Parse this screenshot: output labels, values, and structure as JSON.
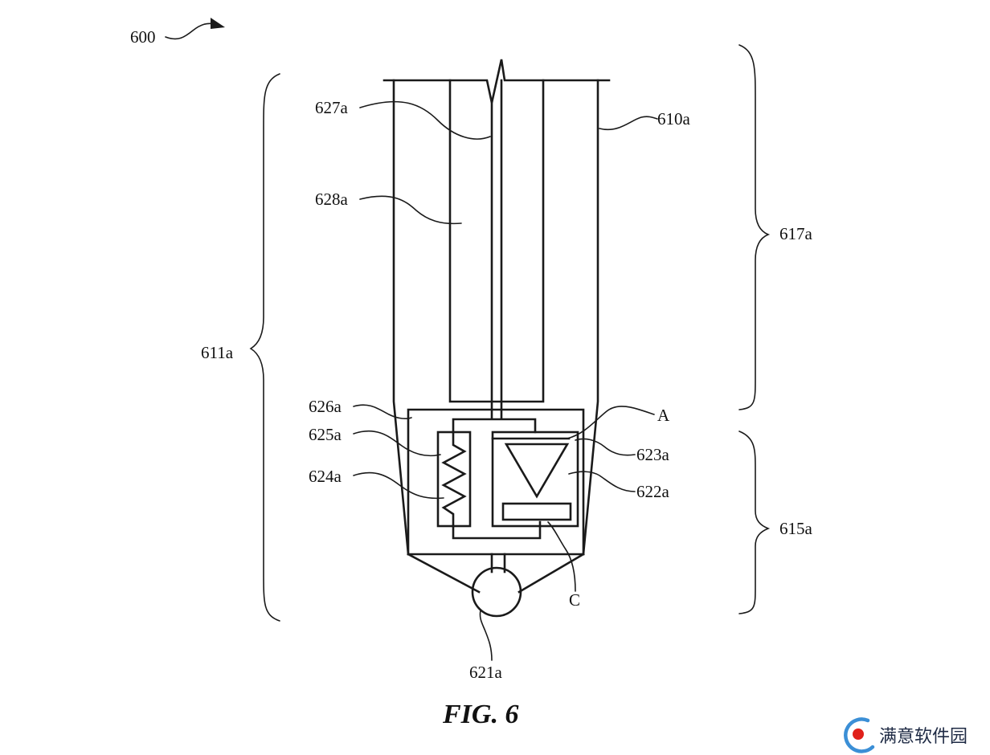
{
  "figure": {
    "caption": "FIG. 6",
    "labels": {
      "l600": "600",
      "l627a": "627a",
      "l610a": "610a",
      "l628a": "628a",
      "l617a": "617a",
      "l611a": "611a",
      "l626a": "626a",
      "lA": "A",
      "l625a": "625a",
      "l623a": "623a",
      "l624a": "624a",
      "l622a": "622a",
      "l615a": "615a",
      "lC": "C",
      "l621a": "621a"
    }
  },
  "watermark": {
    "text": "满意软件园",
    "colors": {
      "ring": "#3b8fd6",
      "dot": "#e0201a"
    }
  }
}
